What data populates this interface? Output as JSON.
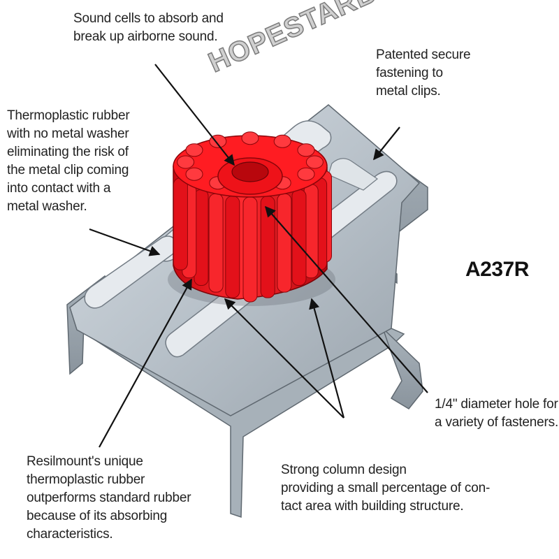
{
  "callouts": {
    "sound_cells": "Sound cells to absorb and\nbreak up airborne sound.",
    "patented": "Patented secure\nfastening to\nmetal clips.",
    "thermoplastic": "Thermoplastic rubber\nwith no metal washer\neliminating the risk of\nthe metal clip coming\ninto contact with a\nmetal washer.",
    "resilmount": "Resilmount's unique\nthermoplastic rubber\noutperforms standard rubber\nbecause of its absorbing\ncharacteristics.",
    "strong_column": "Strong column design\nproviding a small percentage of con-\ntact area with building structure.",
    "hole": "1/4\" diameter hole for\na variety of fasteners."
  },
  "model_number": "A237R",
  "watermark": "HOPESTARBM",
  "colors": {
    "rubber": "#e8101a",
    "rubber_dark": "#a0060c",
    "metal": "#b7c0c8",
    "metal_dark": "#7d868f",
    "text": "#222222"
  }
}
